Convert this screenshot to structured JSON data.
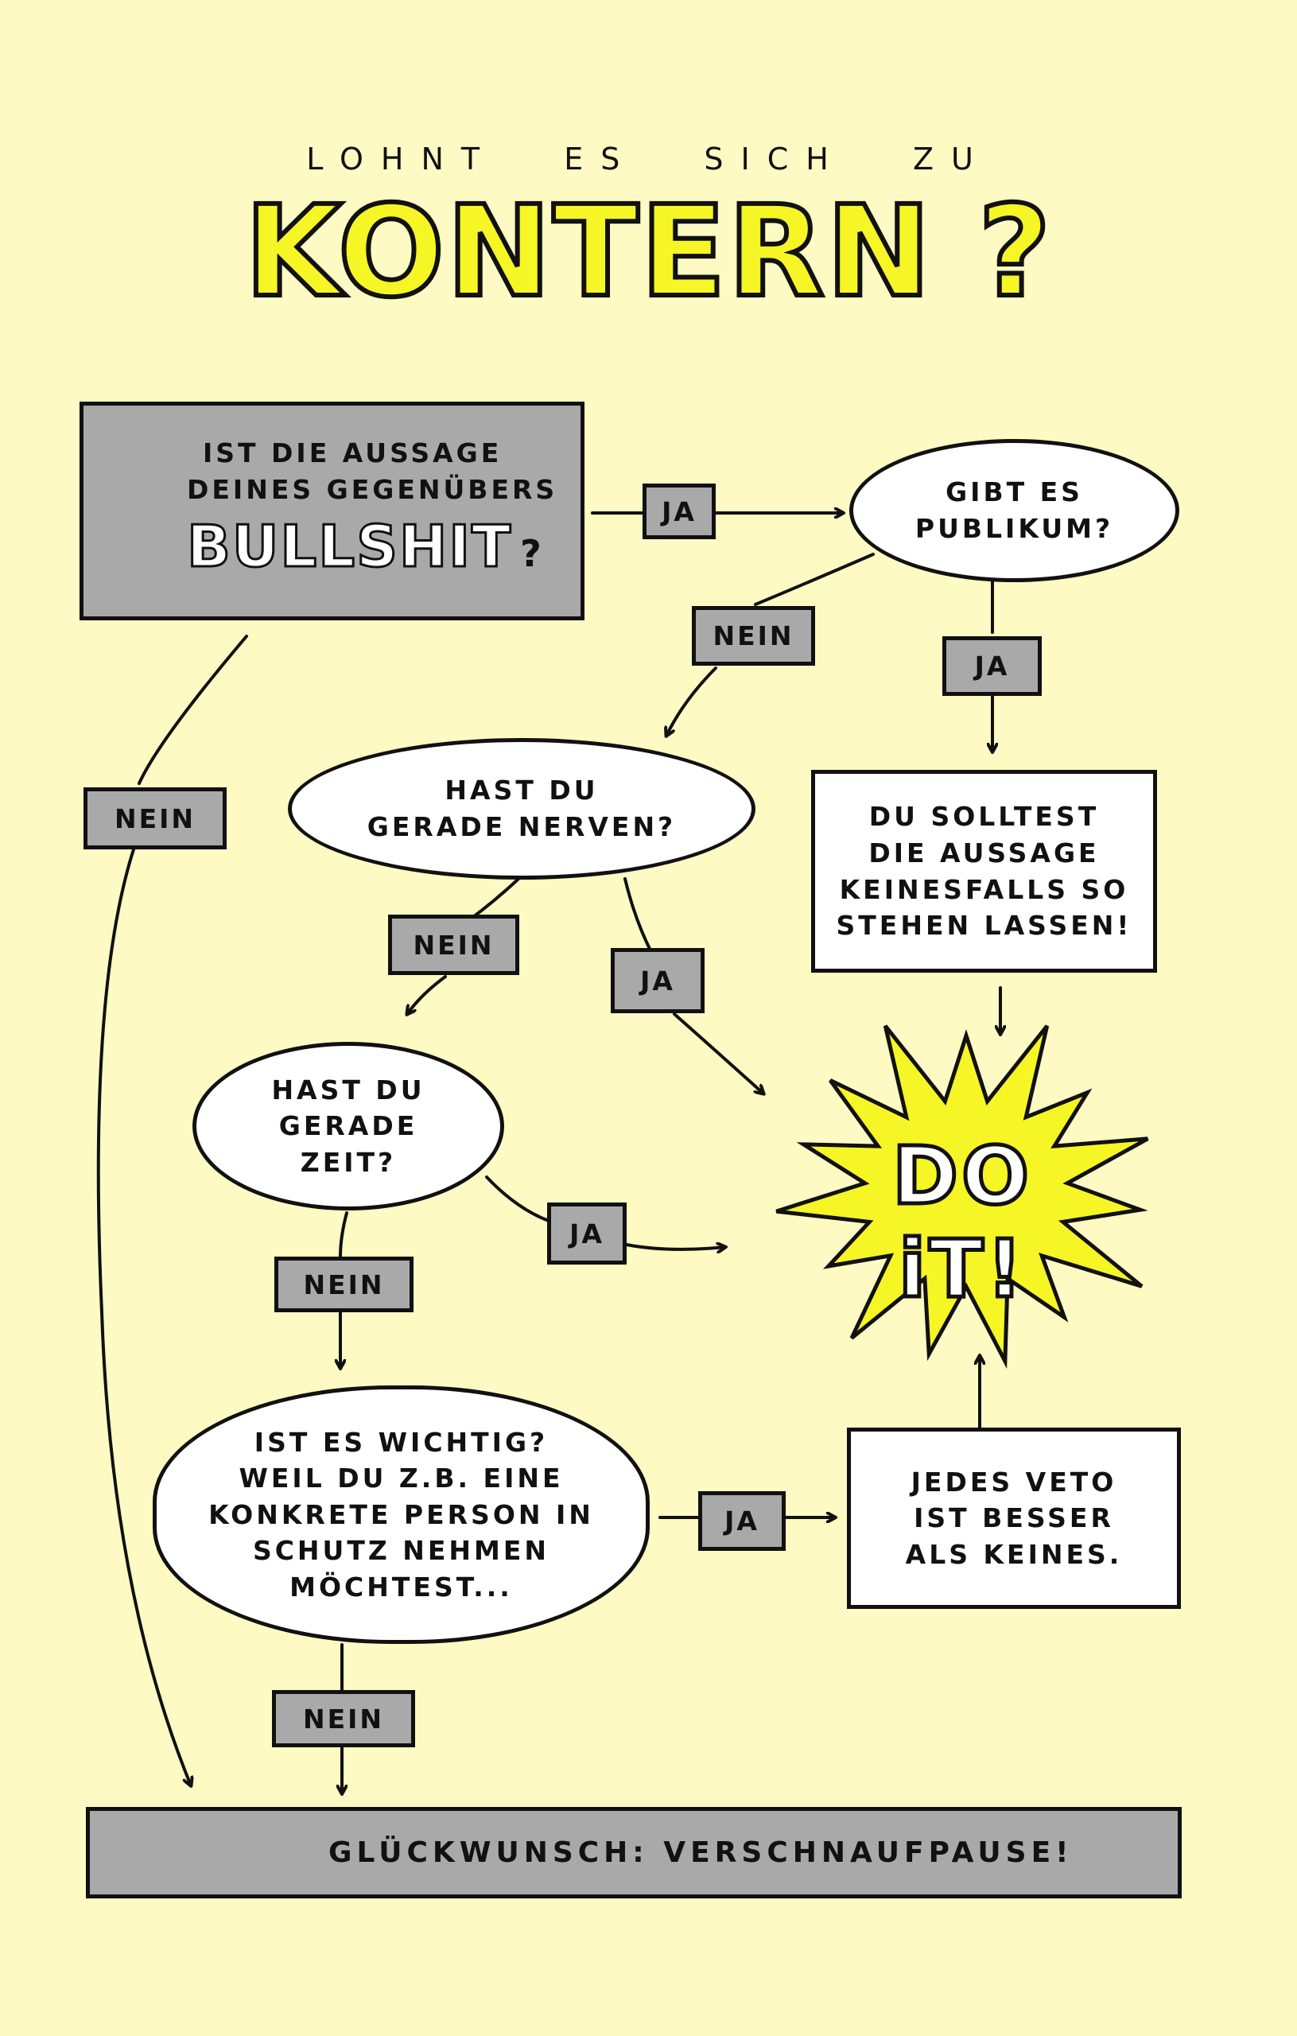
{
  "title": {
    "line1": "LOHNT ES SICH ZU",
    "line2": "KONTERN ?"
  },
  "nodes": {
    "q_bullshit": {
      "line1": "IST DIE AUSSAGE",
      "line2": "DEINES GEGENÜBERS",
      "word": "BULLSHIT",
      "mark": "?"
    },
    "q_publikum": "GIBT ES\nPUBLIKUM?",
    "q_nerven": "HAST DU\nGERADE NERVEN?",
    "q_zeit": "HAST DU\nGERADE\nZEIT?",
    "q_wichtig": "IST ES WICHTIG?\nWEIL DU Z.B. EINE\nKONKRETE PERSON IN\nSCHUTZ NEHMEN\nMÖCHTEST...",
    "r_stehen": "DU SOLLTEST\nDIE AUSSAGE\nKEINESFALLS SO\nSTEHEN LASSEN!",
    "r_veto": "JEDES VETO\nIST BESSER\nALS KEINES.",
    "r_doit": "DO iT!",
    "r_pause": "GLÜCKWUNSCH: VERSCHNAUFPAUSE!"
  },
  "edges": {
    "ja_1": "JA",
    "nein_1": "NEIN",
    "ja_2": "JA",
    "nein_2": "NEIN",
    "ja_3": "JA",
    "nein_3": "NEIN",
    "ja_4": "JA",
    "nein_4": "NEIN",
    "ja_5": "JA",
    "nein_5": "NEIN"
  },
  "icons": {
    "poop": "poop-icon",
    "burst": "starburst-icon"
  },
  "colors": {
    "background": "#fdfac3",
    "accent_yellow": "#f6f526",
    "gray_box": "#a9a9a9"
  }
}
